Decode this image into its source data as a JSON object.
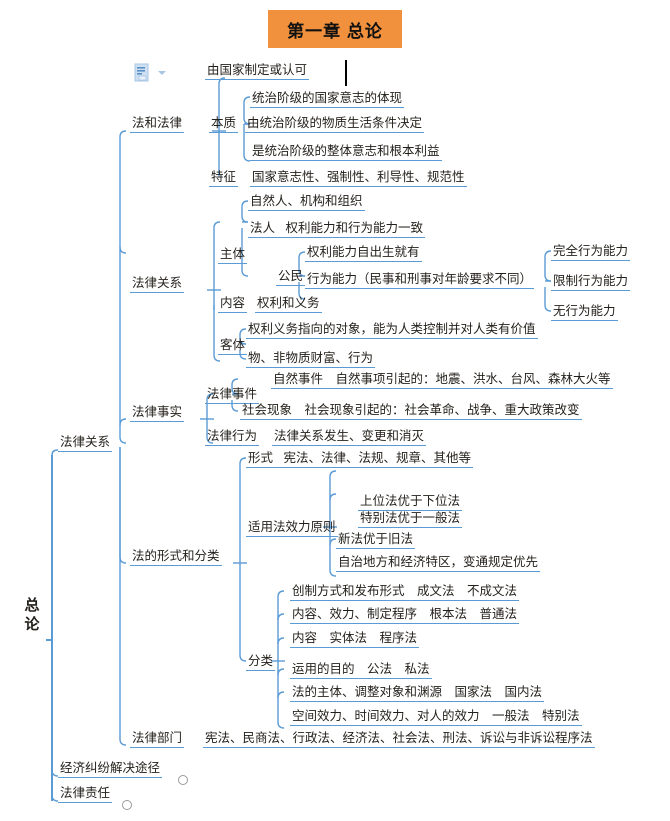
{
  "title": {
    "text": "第一章 总论",
    "bg_color": "#f2913d"
  },
  "root": {
    "label": "总论",
    "chars": [
      "总",
      "论"
    ]
  },
  "accent_color": "#5b9bd5",
  "icons": {
    "document": "document-icon",
    "dropdown": "chevron-down-icon",
    "collapse": "collapse-circle-icon"
  },
  "branches": {
    "fa_he_falv": {
      "label": "法和法律",
      "first_child": "由国家制定或认可",
      "benzhi": {
        "label": "本质",
        "items": [
          "统治阶级的国家意志的体现",
          "由统治阶级的物质生活条件决定",
          "是统治阶级的整体意志和根本利益"
        ]
      },
      "tezheng": {
        "label": "特征",
        "text": "国家意志性、强制性、利导性、规范性"
      }
    },
    "falv_guanxi": {
      "label": "法律关系",
      "zhuti": {
        "label": "主体",
        "item1": "自然人、机构和组织",
        "faren": {
          "label": "法人",
          "text": "权利能力和行为能力一致"
        },
        "gongmin": {
          "label": "公民",
          "item1": "权利能力自出生就有",
          "item2": "行为能力（民事和刑事对年龄要求不同）",
          "levels": [
            "完全行为能力",
            "限制行为能力",
            "无行为能力"
          ]
        }
      },
      "neirong": {
        "label": "内容",
        "text": "权利和义务"
      },
      "keti": {
        "label": "客体",
        "items": [
          "权利义务指向的对象，能为人类控制并对人类有价值",
          "物、非物质财富、行为"
        ]
      }
    },
    "falv_shishi": {
      "label": "法律事实",
      "shijian": {
        "label": "法律事件",
        "items": [
          "自然事件　自然事项引起的：地震、洪水、台风、森林大火等",
          "社会现象　社会现象引起的：社会革命、战争、重大政策改变"
        ]
      },
      "xingwei": {
        "label": "法律行为",
        "text": "法律关系发生、变更和消灭"
      }
    },
    "fa_xingshi_fenlei": {
      "label": "法的形式和分类",
      "xingshi": {
        "label": "形式",
        "text": "宪法、法律、法规、规章、其他等"
      },
      "xiaoli": {
        "label": "适用法效力原则",
        "items": [
          "上位法优于下位法",
          "特别法优于一般法",
          "新法优于旧法",
          "自治地方和经济特区，变通规定优先"
        ]
      },
      "fenlei": {
        "label": "分类",
        "items": [
          "创制方式和发布形式　成文法　不成文法",
          "内容、效力、制定程序　根本法　普通法",
          "内容　实体法　程序法",
          "运用的目的　公法　私法",
          "法的主体、调整对象和渊源　国家法　国内法",
          "空间效力、时间效力、对人的效力　一般法　特别法"
        ]
      }
    },
    "falv_bumen": {
      "label": "法律部门",
      "text": "宪法、民商法、行政法、经济法、社会法、刑法、诉讼与非诉讼程序法"
    },
    "jingji_jiufen": {
      "label": "经济纠纷解决途径"
    },
    "falv_zeren": {
      "label": "法律责任"
    }
  }
}
